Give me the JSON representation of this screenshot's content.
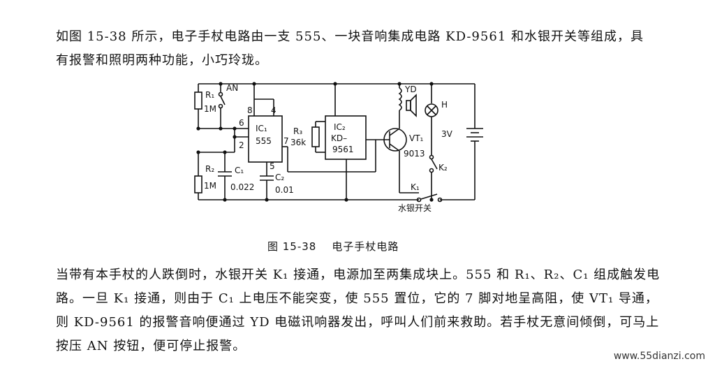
{
  "paragraphs": {
    "intro": "如图 15-38 所示，电子手杖电路由一支 555、一块音响集成电路 KD-9561 和水银开关等组成，具有报警和照明两种功能，小巧玲珑。",
    "body": "当带有本手杖的人跌倒时，水银开关 K₁ 接通，电源加至两集成块上。555 和 R₁、R₂、C₁ 组成触发电路。一旦 K₁ 接通，则由于 C₁ 上电压不能突变，使 555 置位，它的 7 脚对地呈高阻，使 VT₁ 导通，则 KD-9561 的报警音响便通过 YD 电磁讯响器发出，呼叫人们前来救助。若手杖无意间倾倒，可马上按压 AN 按钮，便可停止报警。"
  },
  "figure": {
    "number": "图 15-38",
    "title": "电子手杖电路"
  },
  "circuit_labels": {
    "r1": "R₁",
    "r1_value": "1M",
    "an": "AN",
    "r2": "R₂",
    "r2_value": "1M",
    "c1": "C₁",
    "c1_value": "0.022",
    "ic1": "IC₁",
    "ic1_part": "555",
    "pin8": "8",
    "pin4": "4",
    "pin6": "6",
    "pin2": "2",
    "pin7": "7",
    "pin5": "5",
    "c2": "C₂",
    "c2_value": "0.01",
    "r3": "R₃",
    "r3_value": "36k",
    "ic2": "IC₂",
    "ic2_part_a": "KD–",
    "ic2_part_b": "9561",
    "yd": "YD",
    "vt1": "VT₁",
    "vt1_part": "9013",
    "h": "H",
    "battery": "3V",
    "k2": "K₂",
    "k1": "K₁",
    "mercury_switch": "水银开关"
  },
  "watermark": "www.55dianzi.com"
}
